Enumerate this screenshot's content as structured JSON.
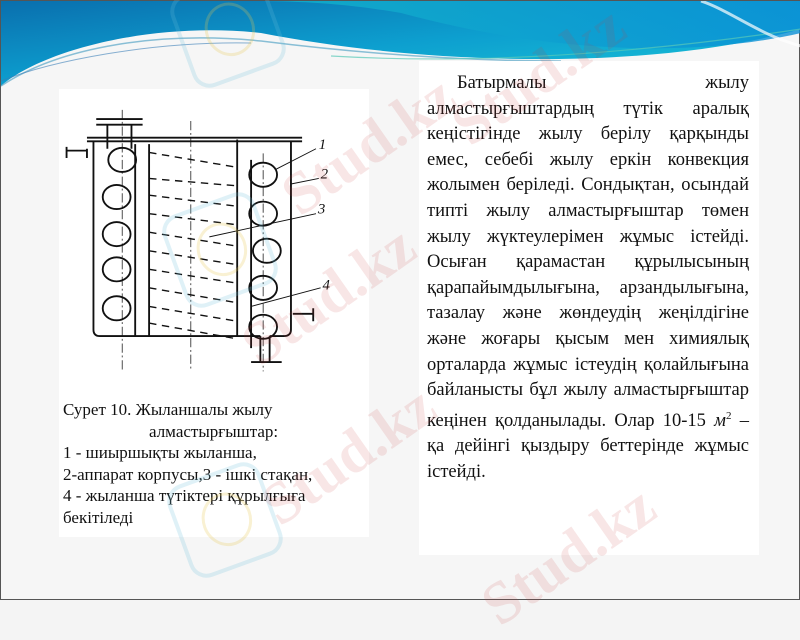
{
  "slide": {
    "theme_colors": {
      "header_dark": "#0a77b5",
      "header_light": "#1bc3d8",
      "background": "#f6f6f6",
      "panel": "#ffffff",
      "text": "#111111"
    },
    "figure": {
      "labels": [
        "1",
        "2",
        "3",
        "4"
      ],
      "caption": {
        "title_line1": "Сурет 10. Жыланшалы жылу",
        "title_line2": "алмастырғыштар:",
        "item1": "1 - шиыршықты жыланша,",
        "item2": "2-аппарат корпусы,3 - ішкі стақан,",
        "item3": "4 - жыланша түтіктері құрылғыға бекітіледі"
      }
    },
    "body": {
      "text_before_unit": "Батырмалы жылу алмастырғыштардың түтік аралық кеңістігінде жылу берілу қарқынды емес, себебі жылу еркін конвекция жолымен беріледі. Сондықтан, осындай типті жылу алмастырғыштар төмен жылу жүктеулерімен жұмыс істейді. Осыған қарамастан құрылысының қарапайымдылығына, арзандылығына, тазалау және жөндеудің жеңілдігіне және жоғары қысым мен химиялық орталарда жұмыс істеудің қолайлығына байланысты бұл жылу алмастырғыштар кеңінен қолданылады. Олар 10-15",
      "unit": "м",
      "unit_power": "2",
      "text_after_unit": "– қа дейінгі қыздыру беттерінде жұмыс істейді."
    },
    "watermark": {
      "text": "Stud.kz"
    }
  }
}
